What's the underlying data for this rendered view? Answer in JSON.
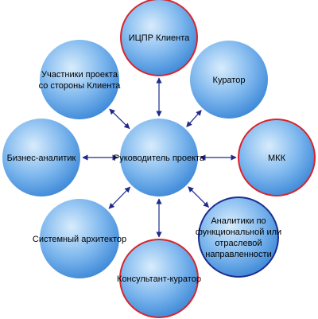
{
  "diagram": {
    "center": {
      "label": "Руководитель проекта"
    },
    "nodes": [
      {
        "key": "icpr",
        "label": "ИЦПР Клиента",
        "border": "red"
      },
      {
        "key": "curator",
        "label": "Куратор",
        "border": "none"
      },
      {
        "key": "mkk",
        "label": "МКК",
        "border": "red"
      },
      {
        "key": "analysts",
        "label": "Аналитики по функциональной или отраслевой направленности",
        "border": "darkblue"
      },
      {
        "key": "consultant",
        "label": "Консультант-куратор",
        "border": "red"
      },
      {
        "key": "architect",
        "label": "Системный архитектор",
        "border": "none"
      },
      {
        "key": "business",
        "label": "Бизнес-аналитик",
        "border": "none"
      },
      {
        "key": "participants",
        "label": "Участники проекта со стороны Клиента",
        "border": "none"
      }
    ],
    "colors": {
      "fill_light": "#cfe6fb",
      "fill_mid": "#7cb6ec",
      "fill_dark": "#3f8fdc",
      "border_red": "#d9232c",
      "border_darkblue": "#1d2d8f",
      "arrow": "#1f2a8a"
    }
  }
}
